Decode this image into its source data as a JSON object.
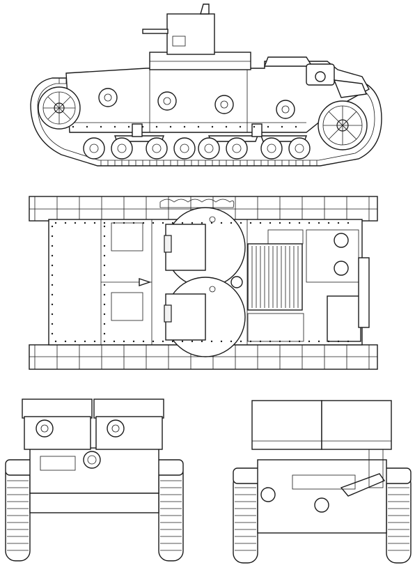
{
  "drawing": {
    "subject": "",
    "line_color": "#1a1a1a",
    "background": "#ffffff",
    "views": [
      {
        "id": "side-view"
      },
      {
        "id": "top-view"
      },
      {
        "id": "front-view"
      },
      {
        "id": "rear-view"
      }
    ]
  }
}
